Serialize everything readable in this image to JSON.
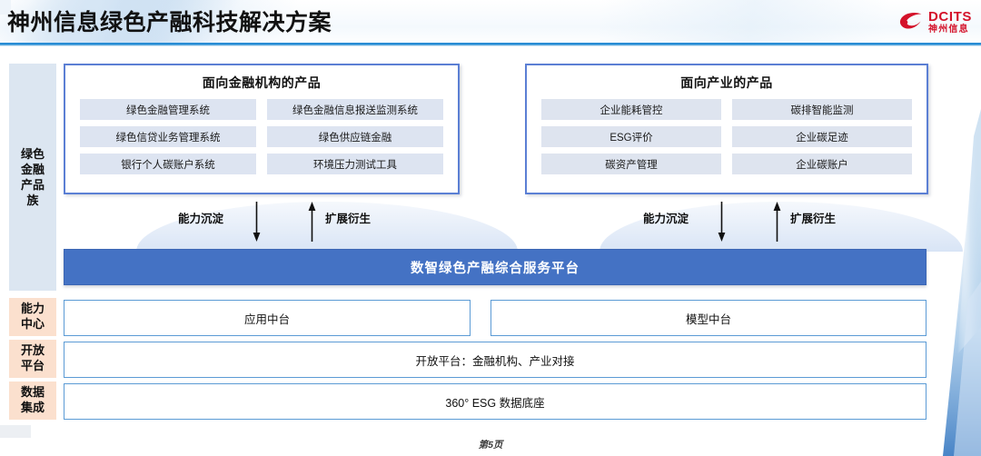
{
  "header": {
    "title": "神州信息绿色产融科技解决方案",
    "logo": {
      "brand_en": "DCITS",
      "brand_cn": "神州信息",
      "color": "#d4122a",
      "icon": "dcits-swirl-logo"
    }
  },
  "rails": [
    {
      "id": "green-finance-family",
      "label": "绿色\n金融\n产品\n族",
      "label_lines": [
        "绿色",
        "金融",
        "产品",
        "族"
      ],
      "color": "#dce6f1"
    },
    {
      "id": "ability-center",
      "label_lines": [
        "能力",
        "中心"
      ],
      "color": "#fbe0ce"
    },
    {
      "id": "open-platform",
      "label_lines": [
        "开放",
        "平台"
      ],
      "color": "#fbe0ce"
    },
    {
      "id": "data-integration",
      "label_lines": [
        "数据",
        "集成"
      ],
      "color": "#fbe0ce"
    }
  ],
  "panels": [
    {
      "id": "products-for-financial-institutions",
      "title": "面向金融机构的产品",
      "tiles": [
        "绿色金融管理系统",
        "绿色金融信息报送监测系统",
        "绿色信贷业务管理系统",
        "绿色供应链金融",
        "银行个人碳账户系统",
        "环境压力测试工具"
      ]
    },
    {
      "id": "products-for-industry",
      "title": "面向产业的产品",
      "tiles": [
        "企业能耗管控",
        "碳排智能监测",
        "ESG评价",
        "企业碳足迹",
        "碳资产管理",
        "企业碳账户"
      ]
    }
  ],
  "flows": {
    "left": [
      {
        "label": "能力沉淀",
        "direction": "down"
      },
      {
        "label": "扩展衍生",
        "direction": "up"
      }
    ],
    "right": [
      {
        "label": "能力沉淀",
        "direction": "down"
      },
      {
        "label": "扩展衍生",
        "direction": "up"
      }
    ]
  },
  "platform": {
    "label": "数智绿色产融综合服务平台",
    "bg_color": "#4472c4",
    "text_color": "#ffffff"
  },
  "layers": {
    "ability_center": [
      {
        "label": "应用中台"
      },
      {
        "label": "模型中台"
      }
    ],
    "open_platform": {
      "label": "开放平台：金融机构、产业对接"
    },
    "data_integration": {
      "label": "360° ESG 数据底座"
    }
  },
  "footer": {
    "page_label": "第5页"
  },
  "theme": {
    "accent_blue": "#4472c4",
    "border_blue": "#5b7fd4",
    "box_border_blue": "#5b9bd5",
    "tile_bg": "#dde4f1",
    "rail_blue": "#dce6f1",
    "rail_peach": "#fbe0ce",
    "rule_blue": "#1f86d0"
  }
}
